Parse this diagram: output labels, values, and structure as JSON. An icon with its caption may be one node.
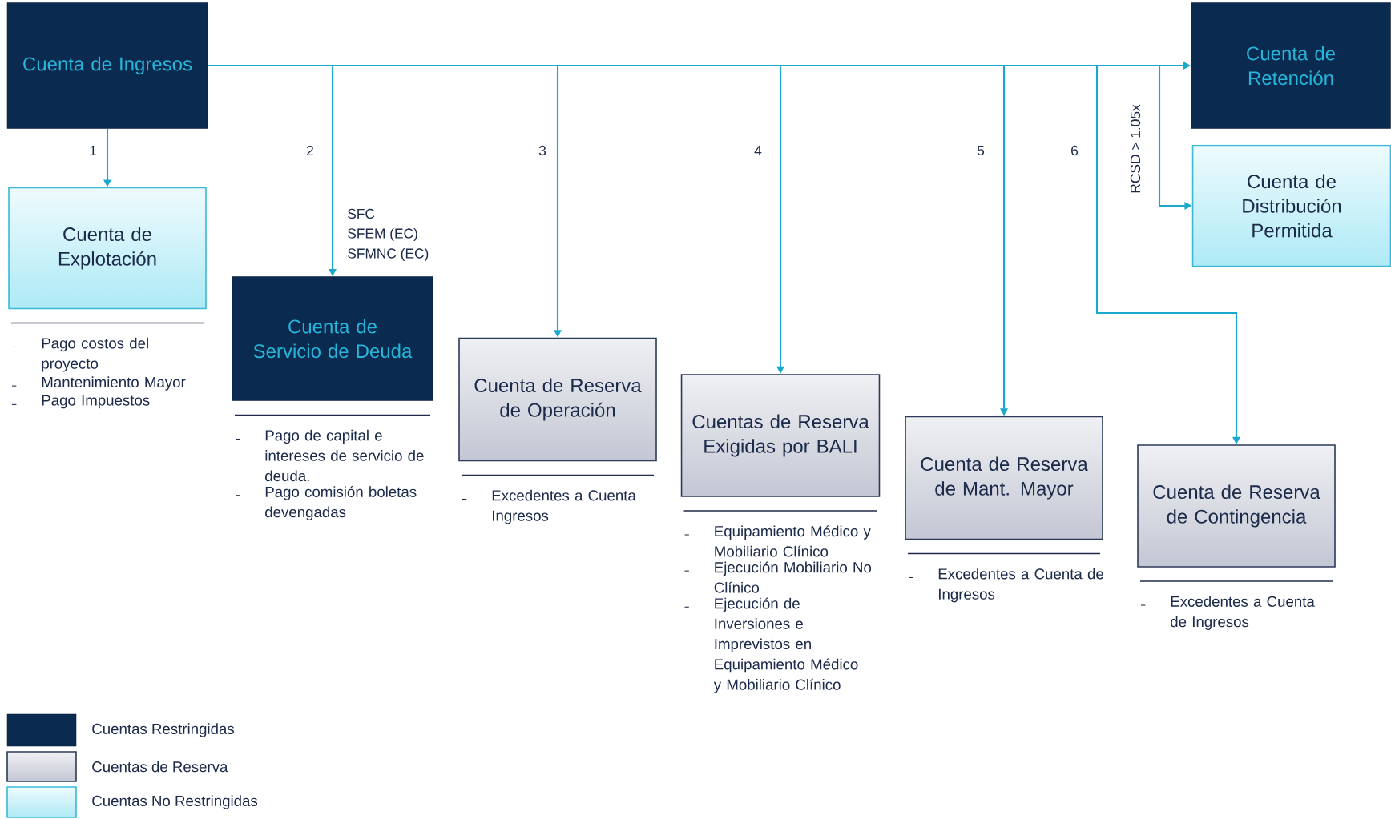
{
  "diagram": {
    "nodes": [
      {
        "text": [
          "Cuenta de Ingresos"
        ]
      },
      {
        "text": [
          "Cuenta de Retención"
        ]
      },
      {
        "text": [
          "Cuenta de Explotación"
        ],
        "beside": [
          "Pago costos del proyecto",
          "Mantenimiento Mayor",
          "Pago Impuestos"
        ]
      },
      {
        "text": [
          "Cuenta de Servicio de Deuda"
        ],
        "beside": [
          "Pago de capital e intereses de servicio de deuda.",
          "Pago comisión boletas devengadas"
        ]
      },
      {
        "text": [
          "Cuenta de Reserva de Operación"
        ],
        "beside": [
          "Excedentes a Cuenta Ingresos"
        ]
      },
      {
        "text": [
          "Cuentas de Reserva Exigidas por BALI"
        ],
        "beside": [
          "Equipamiento Médico y Mobiliario Clínico",
          "Ejecución Mobiliario No Clínico",
          "Ejecución de Inversiones e Imprevistos en Equipamiento Médico y Mobiliario Clínico"
        ]
      },
      {
        "text": [
          "Cuenta de Reserva de Mant. Mayor"
        ],
        "beside": [
          "Excedentes a Cuenta de Ingresos"
        ]
      },
      {
        "text": [
          "Cuenta de Reserva de Contingencia"
        ],
        "beside": [
          "Excedentes a Cuenta de Ingresos"
        ]
      },
      {
        "text": [
          "Cuenta de Distribución Permitida"
        ]
      }
    ],
    "edges": [
      {
        "from": 0,
        "to": 1,
        "arrow": "to"
      },
      {
        "from": 0,
        "to": 2,
        "arrow": "to",
        "label": "1"
      },
      {
        "from": 0,
        "to": 3,
        "arrow": "to",
        "label": "2"
      },
      {
        "from": 0,
        "to": 4,
        "arrow": "to",
        "label": "3"
      },
      {
        "from": 0,
        "to": 5,
        "arrow": "to",
        "label": "4"
      },
      {
        "from": 0,
        "to": 6,
        "arrow": "to",
        "label": "5"
      },
      {
        "from": 0,
        "to": 7,
        "arrow": "to",
        "label": "6"
      },
      {
        "from": 0,
        "to": 8,
        "arrow": "to",
        "label": "RCSD > 1.05x"
      }
    ],
    "labels": [
      "SFC",
      "SFEM (EC)",
      "SFMNC (EC)"
    ],
    "legend": [
      {
        "text": "Cuentas Restringidas",
        "color": "#0b2a50"
      },
      {
        "text": "Cuentas de Reserva",
        "color": "#c4c7d4"
      },
      {
        "text": "Cuentas No Restringidas",
        "color": "#aeeaf6"
      }
    ]
  }
}
